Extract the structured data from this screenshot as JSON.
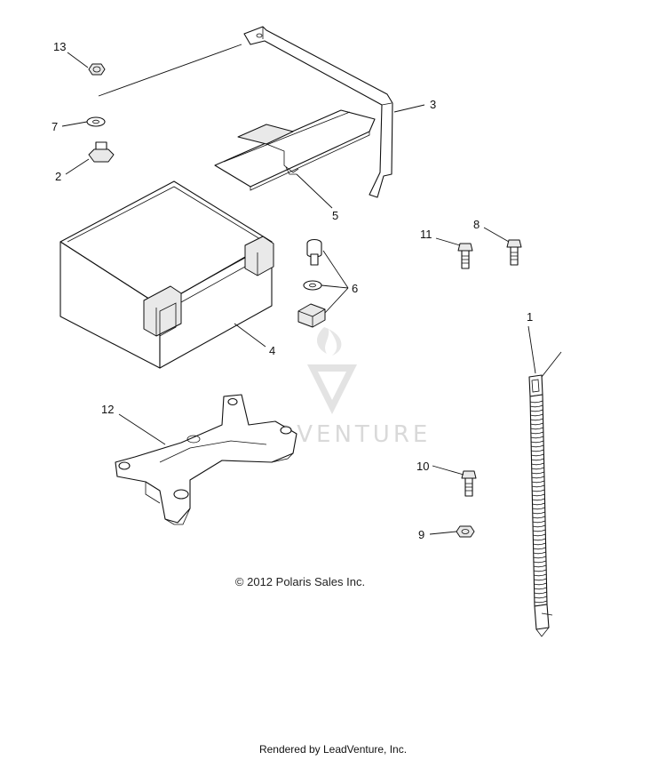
{
  "callouts": {
    "c1": "1",
    "c2": "2",
    "c3": "3",
    "c4": "4",
    "c5": "5",
    "c6": "6",
    "c7": "7",
    "c8": "8",
    "c9": "9",
    "c10": "10",
    "c11": "11",
    "c12": "12",
    "c13": "13"
  },
  "watermark": {
    "brand": "LEADVENTURE"
  },
  "copyright": "© 2012 Polaris Sales Inc.",
  "footer": "Rendered by LeadVenture, Inc."
}
